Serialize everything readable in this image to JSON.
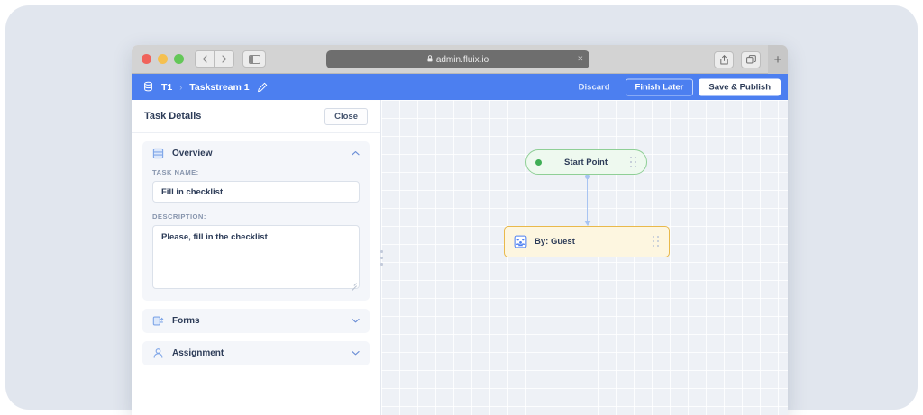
{
  "browser": {
    "url": "admin.fluix.io",
    "lock_icon": "lock-icon",
    "back_icon": "chevron-left-icon",
    "forward_icon": "chevron-right-icon",
    "sidebar_icon": "sidebar-toggle-icon",
    "share_icon": "share-icon",
    "tabs_icon": "copy-tabs-icon",
    "new_tab_icon": "plus-icon",
    "close_tab_icon": "close-icon"
  },
  "topbar": {
    "app_icon": "workflow-stack-icon",
    "breadcrumb_root": "T1",
    "breadcrumb_separator": "›",
    "breadcrumb_current": "Taskstream 1",
    "edit_icon": "pencil-icon",
    "discard_label": "Discard",
    "finish_later_label": "Finish Later",
    "save_publish_label": "Save & Publish",
    "accent_color": "#4c7ff0"
  },
  "panel": {
    "title": "Task Details",
    "close_label": "Close",
    "sections": [
      {
        "id": "overview",
        "label": "Overview",
        "icon": "list-panel-icon",
        "expanded": true,
        "chevron": "chevron-up-icon"
      },
      {
        "id": "forms",
        "label": "Forms",
        "icon": "form-document-icon",
        "expanded": false,
        "chevron": "chevron-down-icon"
      },
      {
        "id": "assignment",
        "label": "Assignment",
        "icon": "person-icon",
        "expanded": false,
        "chevron": "chevron-down-icon"
      }
    ],
    "fields": {
      "task_name_label": "TASK NAME:",
      "task_name_value": "Fill in checklist",
      "description_label": "DESCRIPTION:",
      "description_value": "Please, fill in the checklist"
    },
    "resizer_icon": "drag-dots-icon"
  },
  "canvas": {
    "nodes": [
      {
        "id": "start-point",
        "label": "Start Point",
        "type": "start",
        "status_color": "#3fae55",
        "border_color": "#8fcf96",
        "fill_color": "#eef9ef",
        "handle_icon": "drag-handle-icon"
      },
      {
        "id": "guest-task",
        "label": "By: Guest",
        "type": "task",
        "icon": "assignee-group-icon",
        "border_color": "#e9b94b",
        "fill_color": "#fdf6e0",
        "handle_icon": "drag-handle-icon"
      }
    ],
    "connector": {
      "from": "start-point",
      "to": "guest-task",
      "color": "#a8c4f2",
      "arrow_icon": "arrow-down-icon"
    }
  }
}
